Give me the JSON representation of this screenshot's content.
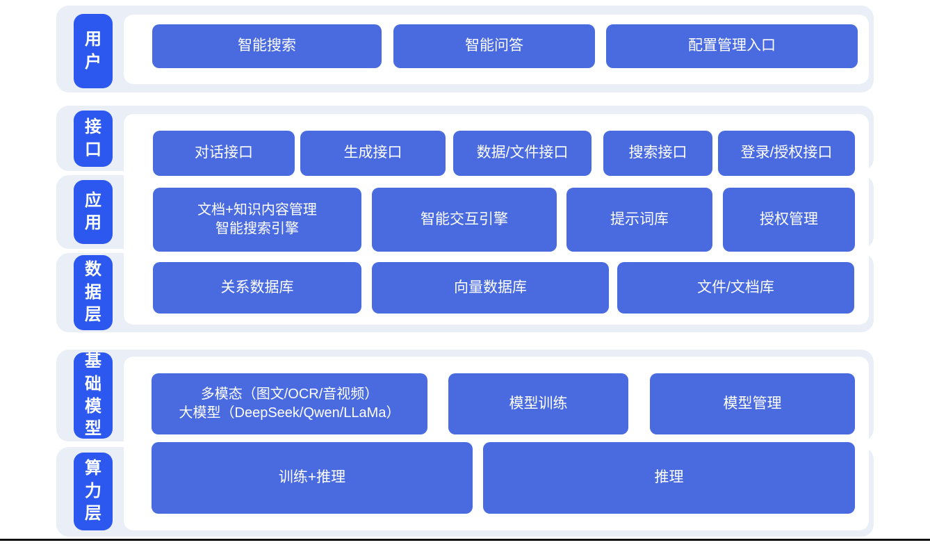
{
  "colors": {
    "node_blue": "#4a6be0",
    "pill_blue": "#2c58f0",
    "strip_bg": "#e9eef7",
    "panel_bg": "#ffffff",
    "bottom_line": "#111111"
  },
  "pills": {
    "user": "用\n户",
    "interface": "接\n口",
    "application": "应\n用",
    "data": "数\n据\n层",
    "foundation": "基\n础\n模\n型",
    "compute": "算\n力\n层"
  },
  "nodes": {
    "smart_search": "智能搜索",
    "smart_qa": "智能问答",
    "config_entry": "配置管理入口",
    "dialog_api": "对话接口",
    "generation_api": "生成接口",
    "data_file_api": "数据/文件接口",
    "search_api": "搜索接口",
    "login_auth_api": "登录/授权接口",
    "doc_engine": "文档+知识内容管理\n智能搜索引擎",
    "interactive_engine": "智能交互引擎",
    "prompt_library": "提示词库",
    "auth_mgmt": "授权管理",
    "relational_db": "关系数据库",
    "vector_db": "向量数据库",
    "file_doc_store": "文件/文档库",
    "multimodal_llm": "多模态（图文/OCR/音视频）\n大模型（DeepSeek/Qwen/LLaMa）",
    "model_training": "模型训练",
    "model_mgmt": "模型管理",
    "training_inference": "训练+推理",
    "inference": "推理"
  }
}
